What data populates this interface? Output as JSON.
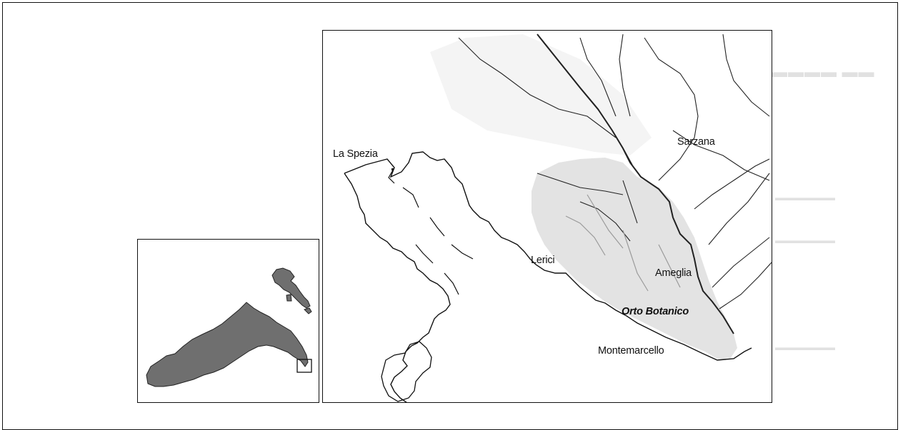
{
  "map": {
    "place_labels": {
      "la_spezia": "La Spezia",
      "sarzana": "Sarzana",
      "lerici": "Lerici",
      "ameglia": "Ameglia",
      "orto_botanico": "Orto Botanico",
      "montemarcello": "Montemarcello"
    },
    "colors": {
      "region_fill": "#6f6f6f",
      "park_fill": "#e3e3e3",
      "line": "#111111"
    },
    "icons": {
      "inset": "italy-locator-map",
      "main": "gulf-of-la-spezia-map"
    }
  }
}
